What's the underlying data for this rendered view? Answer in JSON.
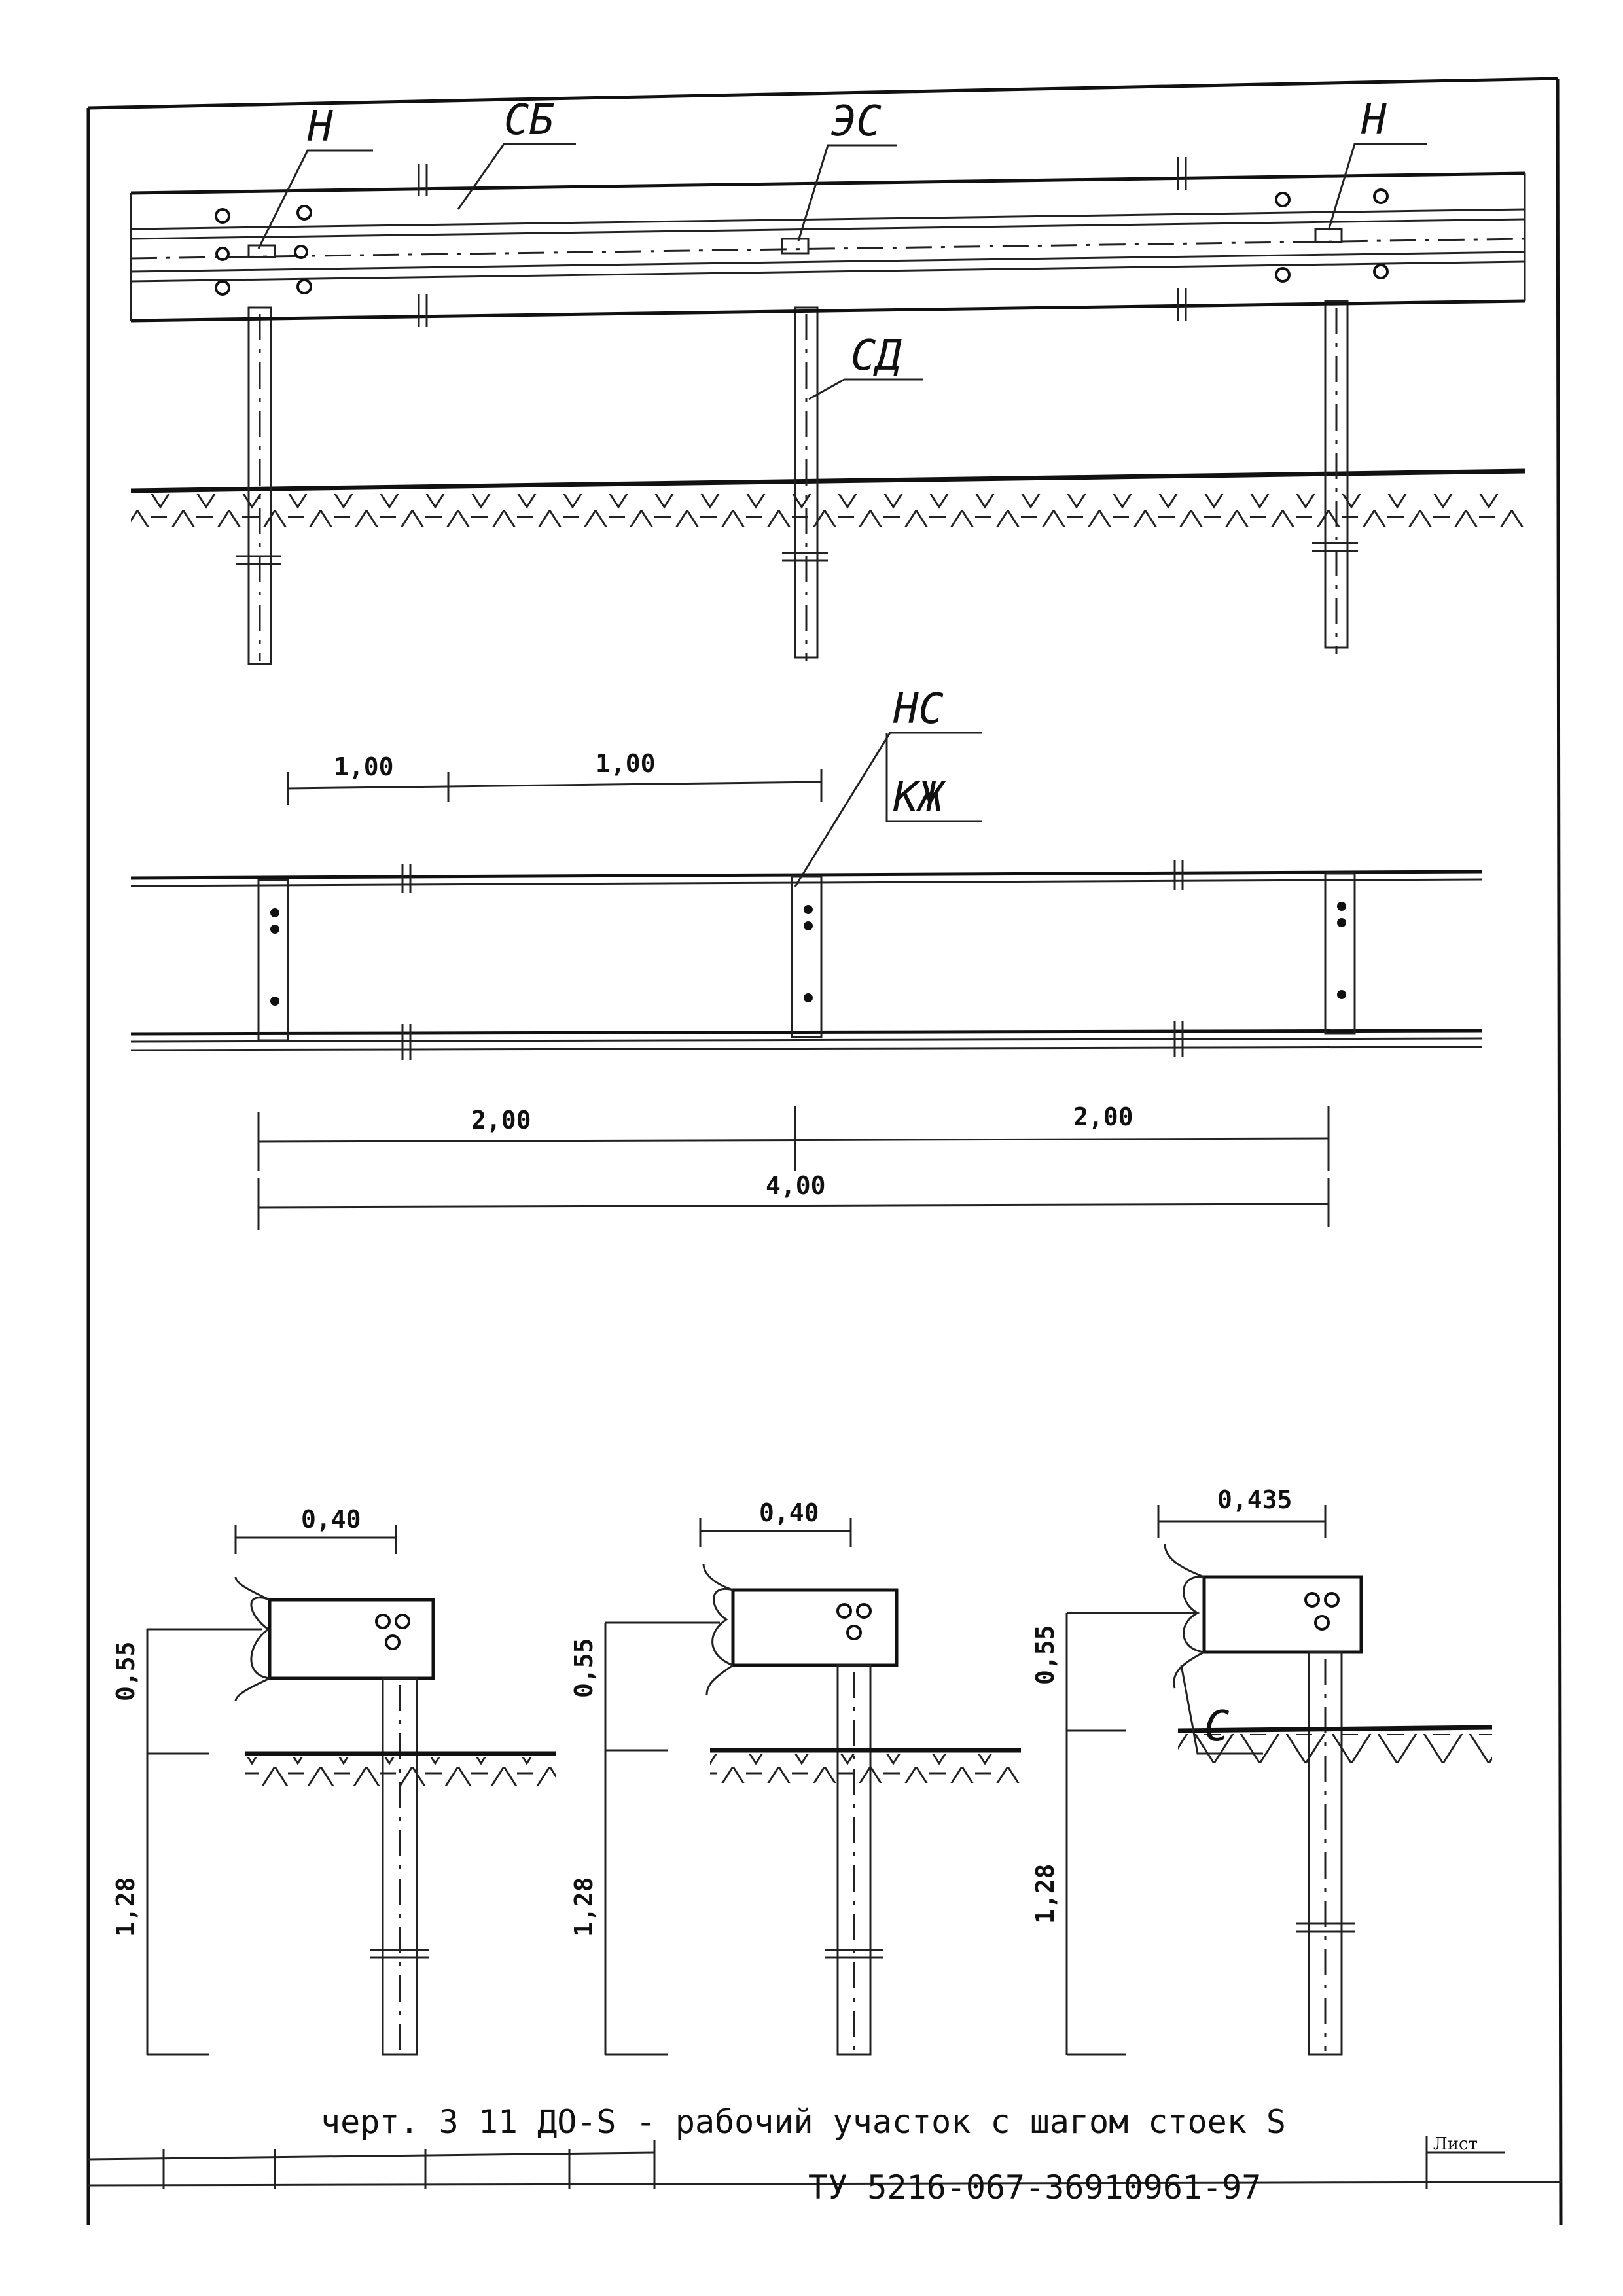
{
  "labels": {
    "nut_left": "Н",
    "beam": "СБ",
    "splice": "ЭС",
    "nut_right": "Н",
    "post": "СД",
    "post_cap": "НС",
    "bracket": "КЖ",
    "spacer": "С"
  },
  "plan_dims": {
    "top_left": "1,00",
    "top_right": "1,00",
    "bottom_left": "2,00",
    "bottom_right": "2,00",
    "total": "4,00"
  },
  "sections": [
    {
      "width": "0,40",
      "height_above": "0,55",
      "depth_below": "1,28"
    },
    {
      "width": "0,40",
      "height_above": "0,55",
      "depth_below": "1,28"
    },
    {
      "width": "0,435",
      "height_above": "0,55",
      "depth_below": "1,28"
    }
  ],
  "caption": "черт. 3  11 ДО-S - рабочий участок с шагом стоек S",
  "title_block": {
    "sheet_label": "Лист",
    "doc_number": "ТУ 5216-067-36910961-97"
  }
}
